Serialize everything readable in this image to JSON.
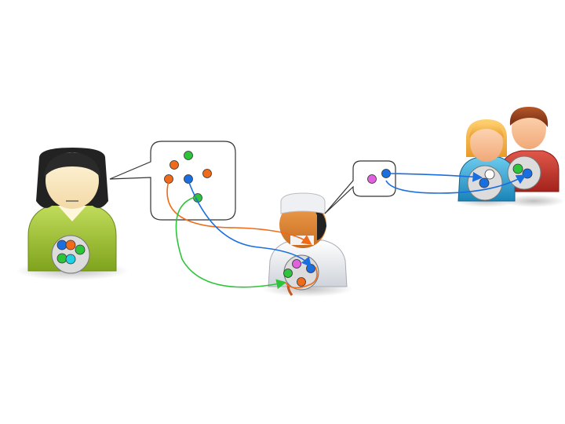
{
  "diagram": {
    "actors": [
      {
        "id": "woman",
        "icon": "woman-user-icon",
        "shirt_color": "#9fc23a",
        "badge_dots": [
          "#1a6fe0",
          "#f06a1a",
          "#2ec43a",
          "#2ec43a",
          "#20d0e0"
        ]
      },
      {
        "id": "doctor",
        "icon": "doctor-icon",
        "coat_color": "#eef0f4",
        "badge_dots": [
          "#e060e0",
          "#1a6fe0",
          "#2ec43a",
          "#f06a1a"
        ]
      },
      {
        "id": "couple-female",
        "icon": "female-user-icon",
        "shirt_color": "#2aa0cf",
        "badge_dots": [
          "#ffffff",
          "#1a6fe0"
        ]
      },
      {
        "id": "couple-male",
        "icon": "male-user-icon",
        "shirt_color": "#c8352a",
        "badge_dots": [
          "#2ec43a",
          "#1a6fe0"
        ]
      }
    ],
    "speech_bubbles": [
      {
        "id": "woman-bubble",
        "dots": [
          "#f06a1a",
          "#2ec43a",
          "#f06a1a",
          "#1a6fe0",
          "#f06a1a",
          "#2ec43a"
        ]
      },
      {
        "id": "doctor-bubble",
        "dots": [
          "#e060e0",
          "#1a6fe0"
        ]
      }
    ],
    "flows": [
      {
        "from": "woman-bubble",
        "to": "doctor",
        "color": "#f06a1a"
      },
      {
        "from": "woman-bubble",
        "to": "doctor",
        "color": "#1a6fe0"
      },
      {
        "from": "woman-bubble",
        "to": "doctor",
        "color": "#2ec43a"
      },
      {
        "from": "doctor-bubble",
        "to": "couple-female",
        "color": "#1a6fe0"
      },
      {
        "from": "doctor-bubble",
        "to": "couple-male",
        "color": "#1a6fe0"
      }
    ],
    "colors": {
      "orange": "#f06a1a",
      "blue": "#1a6fe0",
      "green": "#2ec43a",
      "magenta": "#e060e0",
      "cyan": "#20d0e0",
      "badge_fill": "#dcdcdc"
    }
  }
}
